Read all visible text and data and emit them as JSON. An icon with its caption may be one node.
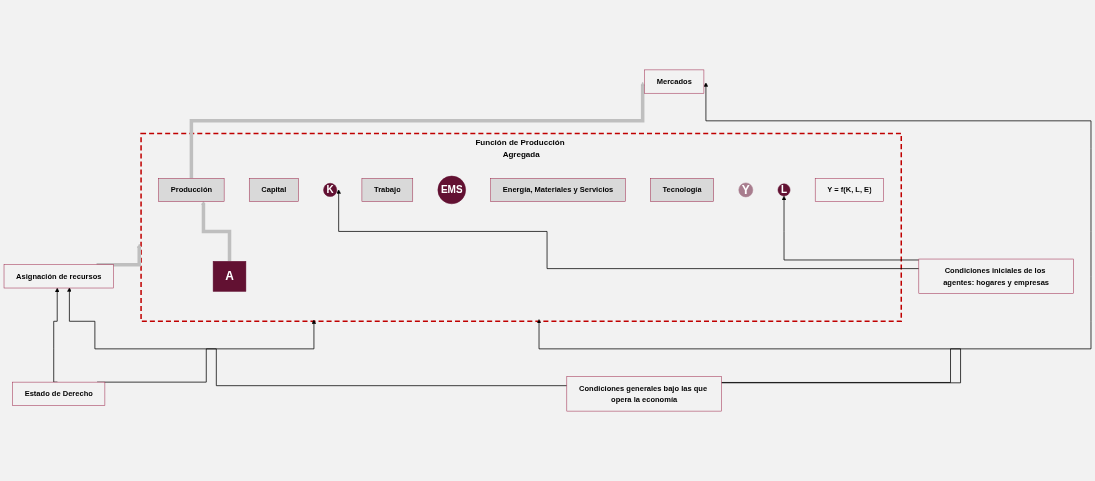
{
  "diagram": {
    "nodes": [
      {
        "text": [
          "Asignación de recursos"
        ]
      },
      {
        "text": [
          "Función de Producción Agregada"
        ]
      },
      {
        "text": [
          "K"
        ],
        "in": 1
      },
      {
        "text": [
          "Capital"
        ],
        "in": 1
      },
      {
        "text": [
          "L"
        ],
        "in": 1
      },
      {
        "text": [
          "Trabajo"
        ],
        "in": 1
      },
      {
        "text": [
          "EMS"
        ],
        "in": 1
      },
      {
        "text": [
          "Energía, Materiales y Servicios"
        ],
        "in": 1
      },
      {
        "text": [
          "Tecnología"
        ],
        "in": 1
      },
      {
        "text": [
          "A"
        ],
        "in": 1
      },
      {
        "text": [
          "Y"
        ],
        "in": 1
      },
      {
        "text": [
          "Producción"
        ],
        "in": 1
      },
      {
        "text": [
          "Y = f(K, L, E)"
        ],
        "in": 1
      },
      {
        "text": [
          "Mercados"
        ]
      },
      {
        "text": [
          "Condiciones iniciales de los agentes: hogares y empresas"
        ]
      },
      {
        "text": [
          "Condiciones generales bajo las que opera la economía"
        ]
      },
      {
        "text": [
          "Estado de Derecho"
        ]
      }
    ],
    "edges": [
      {
        "from": 0,
        "to": 1,
        "arrow": "to",
        "style": "thick",
        "color": "#bfbfbf"
      },
      {
        "from": 9,
        "to": 11,
        "arrow": "to",
        "style": "thick",
        "color": "#bfbfbf"
      },
      {
        "from": 11,
        "to": 13,
        "arrow": "to",
        "style": "thick",
        "color": "#bfbfbf"
      },
      {
        "from": 14,
        "to": 2,
        "arrow": "to"
      },
      {
        "from": 14,
        "to": 4,
        "arrow": "to"
      },
      {
        "from": 15,
        "to": 0,
        "arrow": "to"
      },
      {
        "from": 15,
        "to": 1,
        "arrow": "to"
      },
      {
        "from": 16,
        "to": 0,
        "arrow": "to"
      },
      {
        "from": 16,
        "to": 1,
        "arrow": "to"
      },
      {
        "from": 15,
        "to": 13,
        "arrow": "to"
      }
    ]
  }
}
